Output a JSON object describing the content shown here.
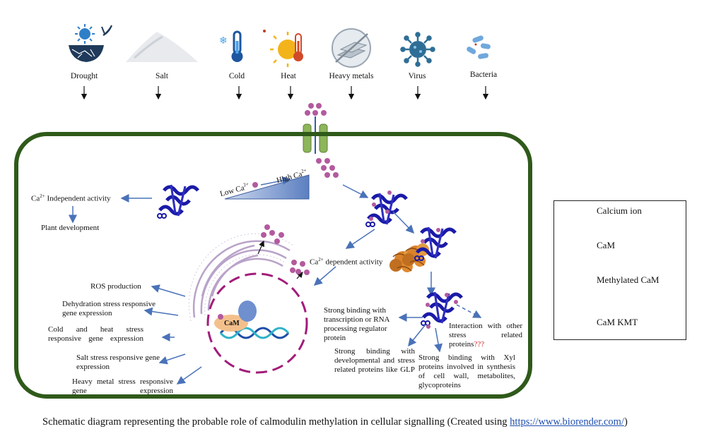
{
  "stressors": [
    {
      "label": "Drought",
      "icon": "drought-icon"
    },
    {
      "label": "Salt",
      "icon": "salt-icon"
    },
    {
      "label": "Cold",
      "icon": "cold-thermometer-icon"
    },
    {
      "label": "Heat",
      "icon": "heat-sun-thermometer-icon"
    },
    {
      "label": "Heavy metals",
      "icon": "heavy-metals-icon"
    },
    {
      "label": "Virus",
      "icon": "virus-icon"
    },
    {
      "label": "Bacteria",
      "icon": "bacteria-icon"
    }
  ],
  "cell": {
    "ca_independent": "Independent activity",
    "ca_prefix": "Ca",
    "ca_sup": "2+",
    "plant_development": "Plant development",
    "low_ca": "Low Ca",
    "high_ca": "High Ca",
    "ca_dependent": "dependent activity",
    "cam_label": "CaM",
    "nucleus_outputs": [
      "ROS production",
      "Dehydration stress responsive gene expression",
      "Cold and heat stress responsive gene expression",
      "Salt stress responsive gene expression",
      "Heavy metal stress responsive gene expression"
    ],
    "strong_binding_rna": "Strong binding with transcription or RNA processing regulator protein",
    "strong_binding_dev": "Strong binding with developmental and stress related proteins like GLP",
    "strong_binding_xyl": "Strong binding with Xyl proteins involved in synthesis of cell wall, metabolites, glycoproteins",
    "interaction_other": "Interaction with other stress related proteins",
    "interaction_qmarks": "???"
  },
  "legend": {
    "items": [
      {
        "label": "Calcium ion",
        "icon": "calcium-ion-icon"
      },
      {
        "label": "CaM",
        "icon": "cam-protein-icon"
      },
      {
        "label": "Methylated CaM",
        "icon": "methylated-cam-icon"
      },
      {
        "label": "CaM KMT",
        "icon": "cam-kmt-icon"
      }
    ]
  },
  "caption": {
    "text": "Schematic diagram representing the probable role of calmodulin methylation in cellular signalling (Created using ",
    "link": "https://www.biorender.com/",
    "suffix": ")"
  },
  "colors": {
    "cell_wall": "#2f5a1a",
    "calcium": "#b35a9e",
    "cam_blue": "#1a1aa8",
    "kmt_orange": "#d9822b",
    "arrow_blue": "#4a72b8",
    "nucleus": "#a21c7a",
    "channel": "#8db55a"
  }
}
